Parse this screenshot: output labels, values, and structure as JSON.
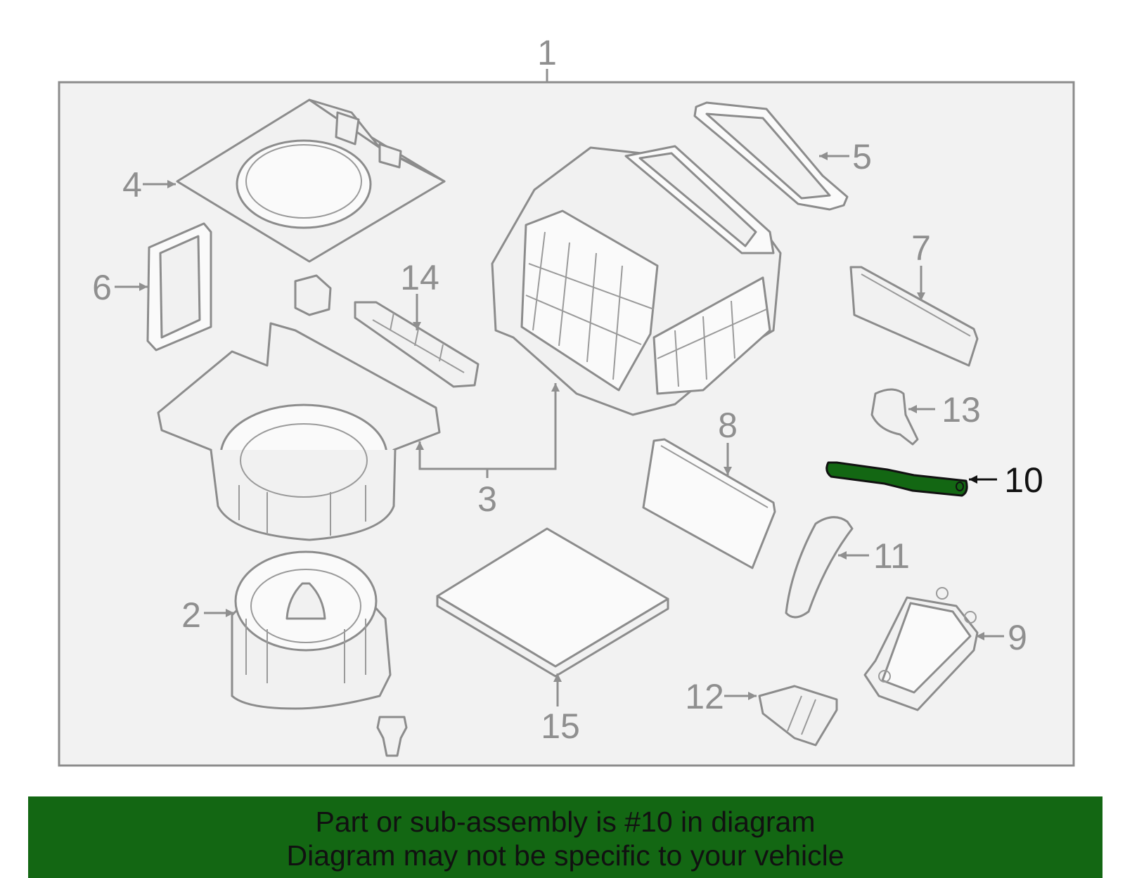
{
  "diagram": {
    "callouts": [
      "1",
      "2",
      "3",
      "4",
      "5",
      "6",
      "7",
      "8",
      "9",
      "10",
      "11",
      "12",
      "13",
      "14",
      "15"
    ],
    "highlighted_part": "10",
    "colors": {
      "highlight": "#136713",
      "frame_fill": "#f2f2f2",
      "line": "#8c8c8c"
    }
  },
  "banner": {
    "line1": "Part or sub-assembly is #10 in diagram",
    "line2": "Diagram may not be specific to your vehicle"
  }
}
